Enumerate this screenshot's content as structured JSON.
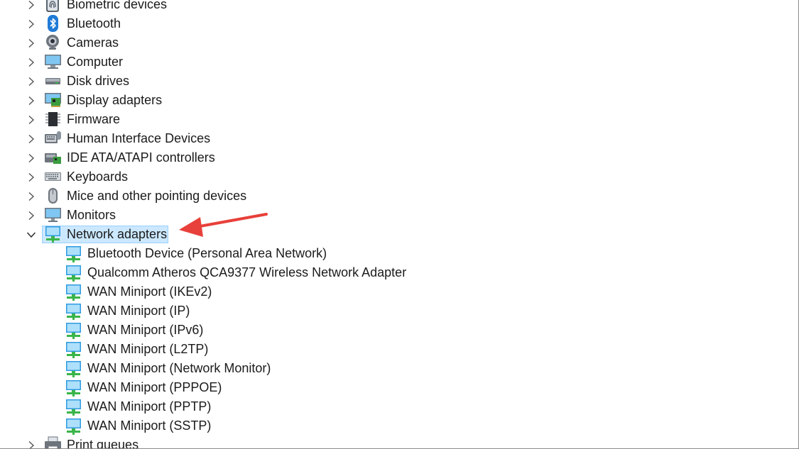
{
  "categories_before": [
    {
      "label": "Biometric devices",
      "icon": "fingerprint-icon"
    },
    {
      "label": "Bluetooth",
      "icon": "bluetooth-icon"
    },
    {
      "label": "Cameras",
      "icon": "camera-icon"
    },
    {
      "label": "Computer",
      "icon": "computer-icon"
    },
    {
      "label": "Disk drives",
      "icon": "disk-drive-icon"
    },
    {
      "label": "Display adapters",
      "icon": "display-adapter-icon"
    },
    {
      "label": "Firmware",
      "icon": "chip-icon"
    },
    {
      "label": "Human Interface Devices",
      "icon": "hid-icon"
    },
    {
      "label": "IDE ATA/ATAPI controllers",
      "icon": "controller-icon"
    },
    {
      "label": "Keyboards",
      "icon": "keyboard-icon"
    },
    {
      "label": "Mice and other pointing devices",
      "icon": "mouse-icon"
    },
    {
      "label": "Monitors",
      "icon": "monitor-icon"
    }
  ],
  "expanded_category": {
    "label": "Network adapters",
    "icon": "network-adapter-icon",
    "children": [
      "Bluetooth Device (Personal Area Network)",
      "Qualcomm Atheros QCA9377 Wireless Network Adapter",
      "WAN Miniport (IKEv2)",
      "WAN Miniport (IP)",
      "WAN Miniport (IPv6)",
      "WAN Miniport (L2TP)",
      "WAN Miniport (Network Monitor)",
      "WAN Miniport (PPPOE)",
      "WAN Miniport (PPTP)",
      "WAN Miniport (SSTP)"
    ]
  },
  "categories_after": [
    {
      "label": "Print queues",
      "icon": "printer-icon"
    }
  ],
  "colors": {
    "selection_fill": "#cce8ff",
    "selection_border": "#99d1ff",
    "annotation_arrow": "#e8403a",
    "network_icon_screen": "#2f9be0",
    "network_icon_cable": "#3ab54a"
  }
}
